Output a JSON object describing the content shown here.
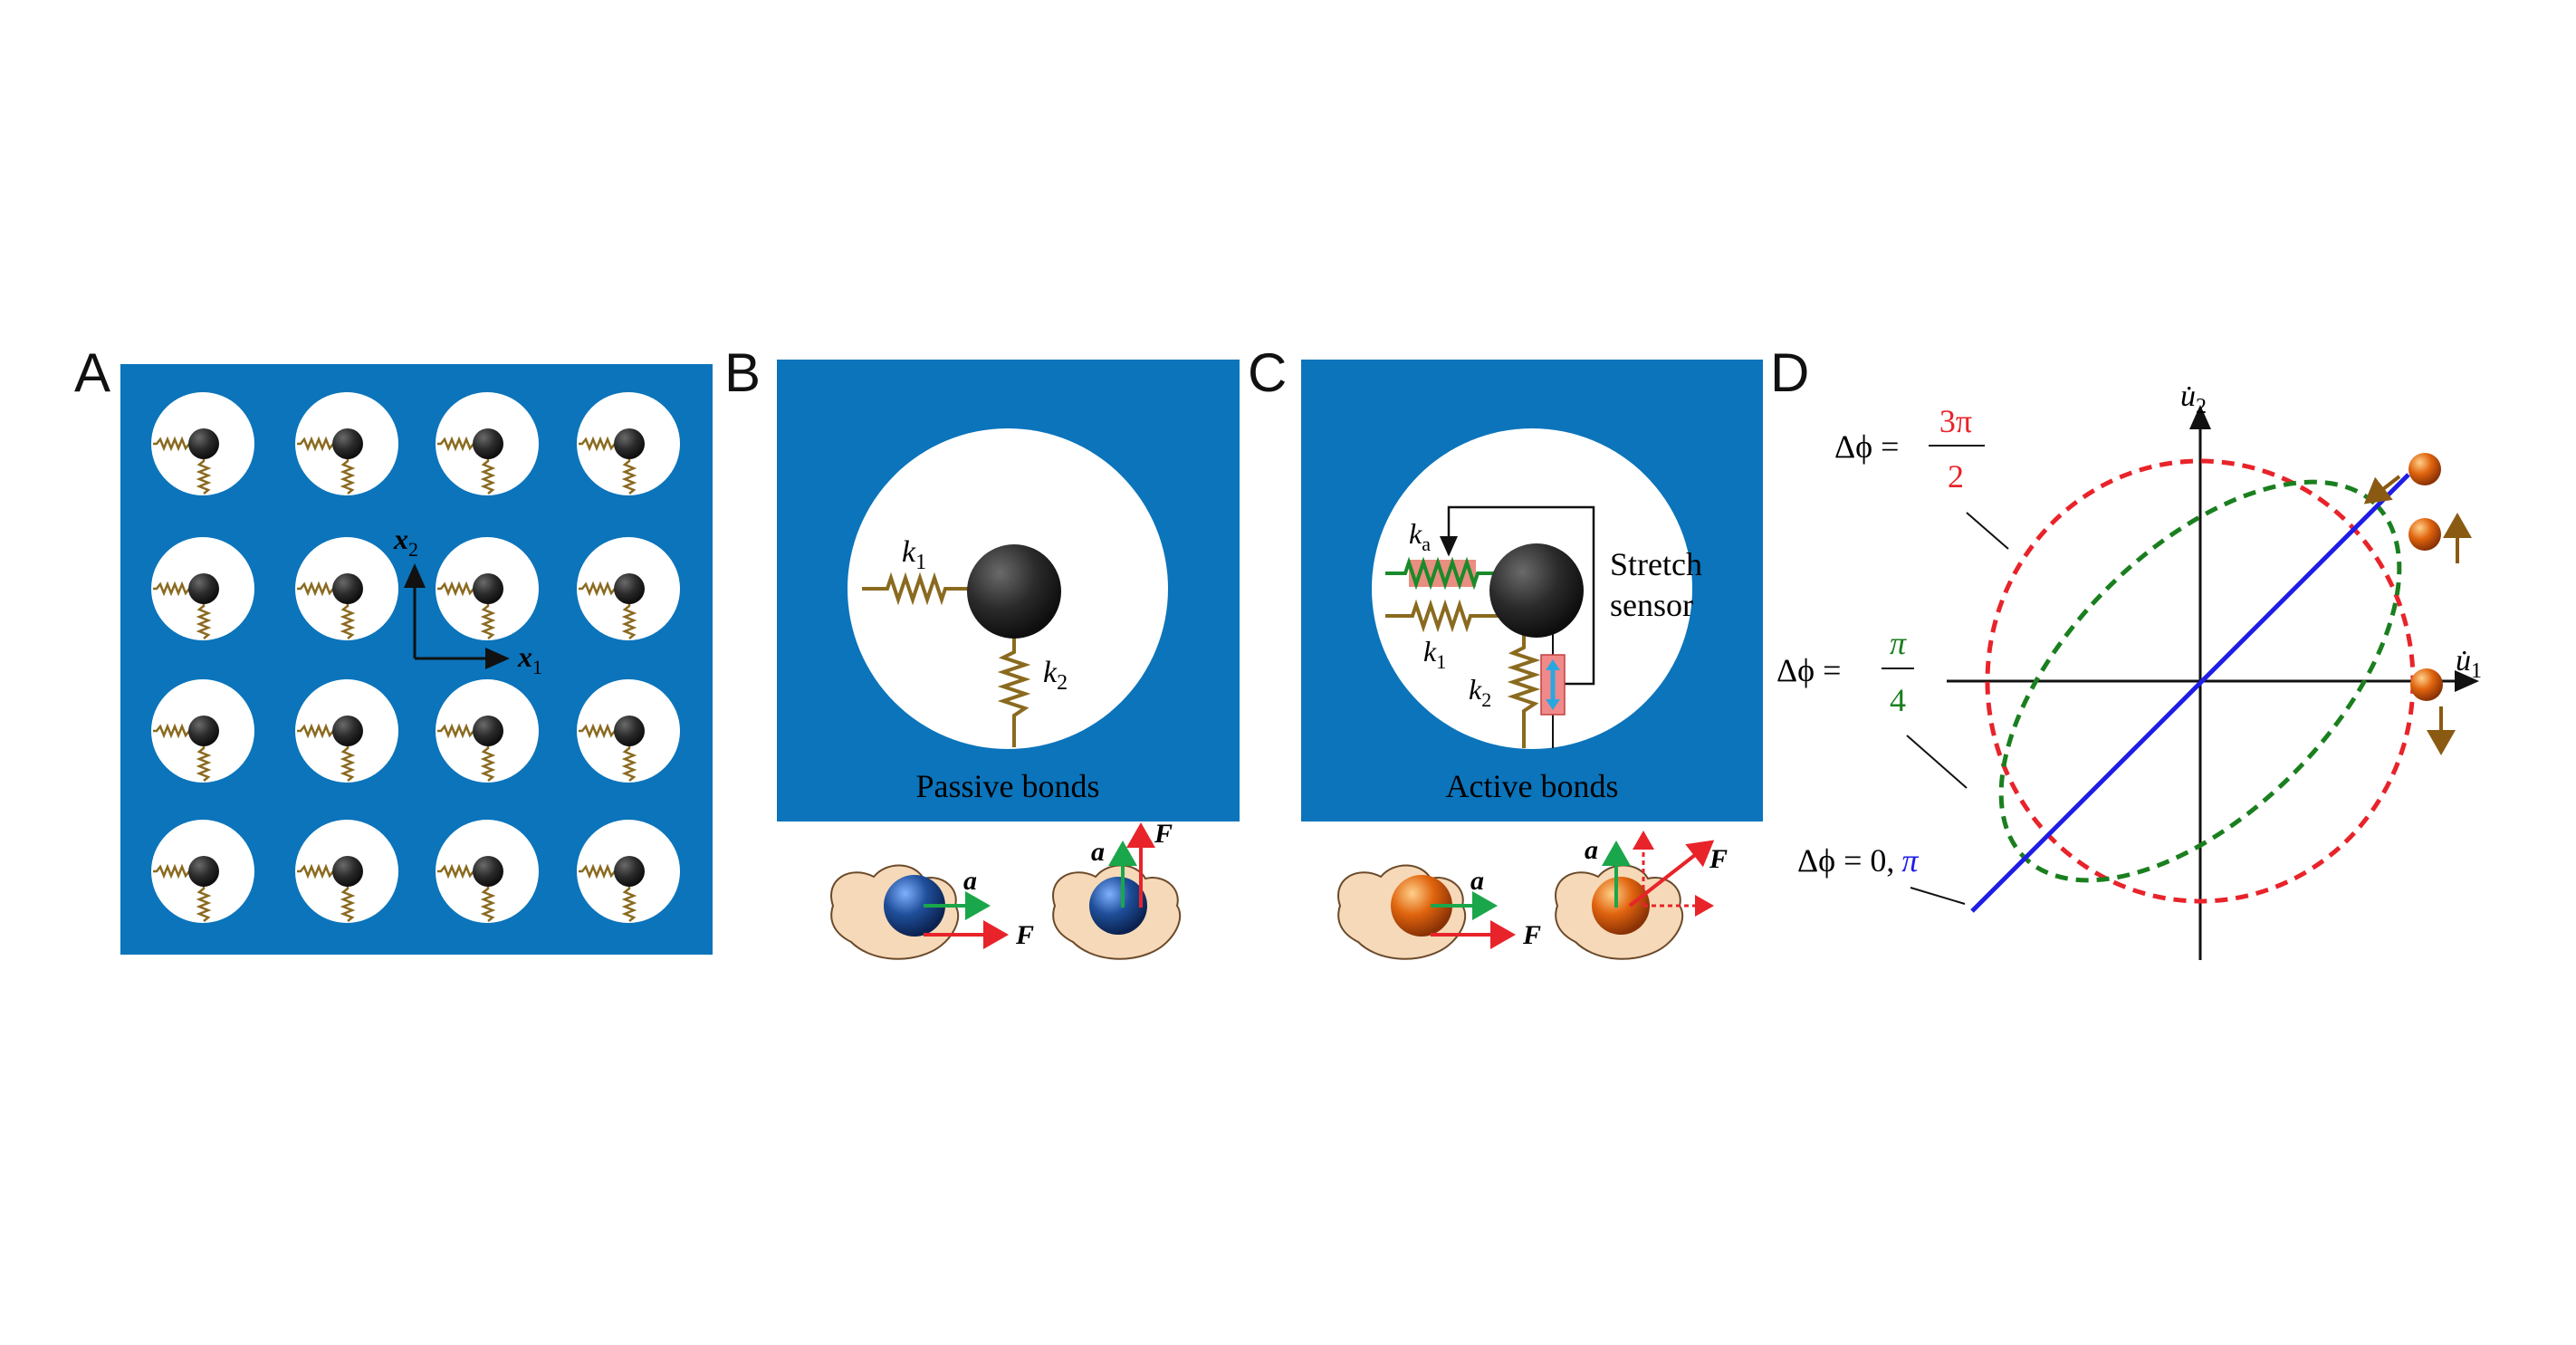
{
  "panels": {
    "a": {
      "label": "A",
      "axis_x_symbol": "x",
      "axis_x_sub": "1",
      "axis_y_symbol": "x",
      "axis_y_sub": "2"
    },
    "b": {
      "label": "B",
      "k1_symbol": "k",
      "k1_sub": "1",
      "k2_symbol": "k",
      "k2_sub": "2",
      "caption": "Passive bonds",
      "vec_a": "a",
      "vec_F": "F"
    },
    "c": {
      "label": "C",
      "ka_symbol": "k",
      "ka_sub": "a",
      "k1_symbol": "k",
      "k1_sub": "1",
      "k2_symbol": "k",
      "k2_sub": "2",
      "sensor_line1": "Stretch",
      "sensor_line2": "sensor",
      "caption": "Active bonds",
      "vec_a": "a",
      "vec_F": "F"
    },
    "d": {
      "label": "D",
      "axis_x_symbol": "u̇",
      "axis_x_sub": "1",
      "axis_y_symbol": "u̇",
      "axis_y_sub": "2",
      "label_red_prefix": "Δϕ =",
      "label_red_num": "3π",
      "label_red_den": "2",
      "label_green_prefix": "Δϕ =",
      "label_green_num": "π",
      "label_green_den": "4",
      "label_blue_prefix": "Δϕ = 0,",
      "label_blue_value": "π"
    }
  },
  "colors": {
    "panel_blue": "#0b74bb",
    "spring": "#8a6a1f",
    "ball": "#2d2d2d",
    "ball_blue": "#1f4f9a",
    "ball_orange": "#d2570e",
    "red": "#e8232a",
    "green": "#1a7f1e",
    "blue": "#1e1ee6",
    "vec_green": "#1aa64a",
    "vec_red": "#e8232a",
    "hand": "#f6d9b8",
    "sensor_pink": "#f08a8a",
    "sensor_arrow": "#2aa7e0",
    "brown_arrow": "#8a5a12"
  }
}
